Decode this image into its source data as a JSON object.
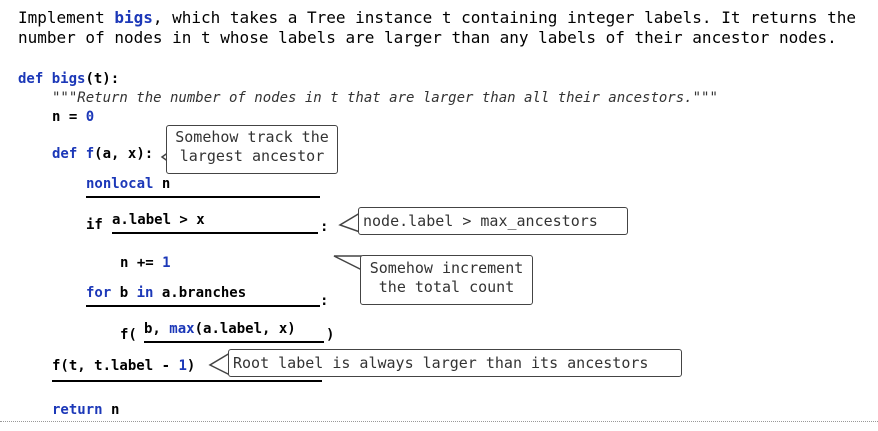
{
  "prompt": {
    "before": "Implement ",
    "func": "bigs",
    "after": ", which takes a Tree instance t containing integer labels. It returns the number of nodes in t whose labels are larger than any labels of their ancestor nodes."
  },
  "code": {
    "def_kw": "def",
    "bigs_name": "bigs",
    "bigs_args": "(t):",
    "docstring": "\"\"\"Return the number of nodes in t that are larger than all their ancestors.\"\"\"",
    "n_assign": "n = ",
    "zero": "0",
    "def_f_name": "f",
    "def_f_args": "(a, x):",
    "nonlocal_kw": "nonlocal",
    "nonlocal_var": " n",
    "if_kw": "if",
    "if_cond": "a.label > x",
    "colon": ":",
    "inc_stmt": "n += ",
    "one": "1",
    "for_kw": "for",
    "for_var": " b ",
    "in_kw": "in",
    "for_iter": " a.branches",
    "call_open": "f(",
    "call_args_b": "b, ",
    "max_fn": "max",
    "call_args_rest": "(a.label, x)",
    "call_close": ")",
    "final_call_pre": "f(t, t.label - ",
    "final_call_one": "1",
    "final_call_post": ")",
    "return_kw": "return",
    "return_var": " n"
  },
  "bubbles": {
    "track": "Somehow track the\nlargest ancestor",
    "node_label": "node.label > max_ancestors",
    "increment": "Somehow increment\nthe total count",
    "root": "Root label is always larger than its ancestors"
  }
}
